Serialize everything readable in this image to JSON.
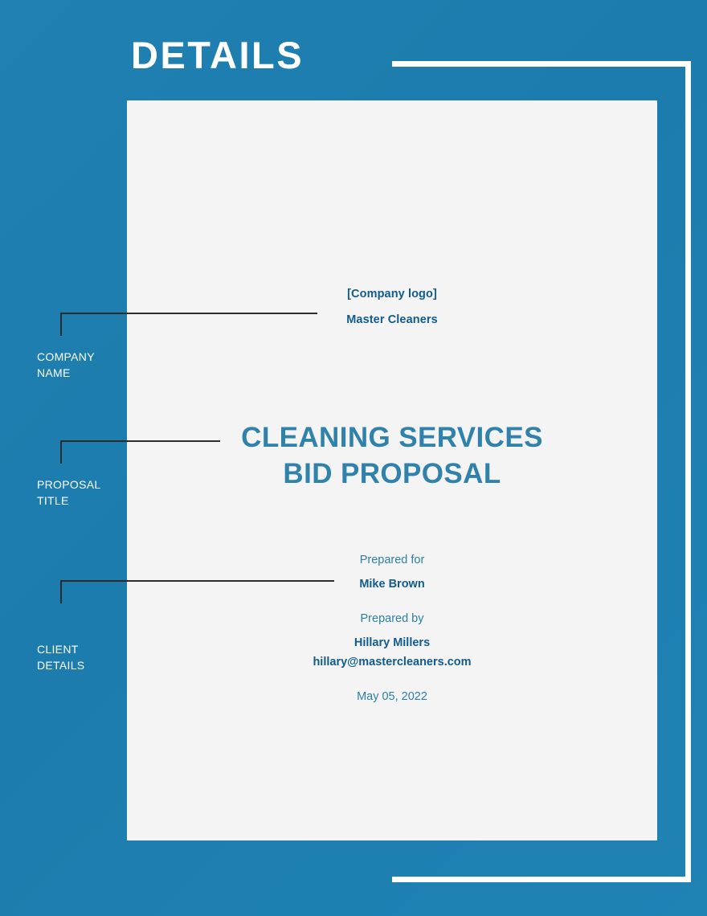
{
  "page": {
    "heading": "DETAILS",
    "background_color": "#1f80b1",
    "page_color": "#f4f4f4",
    "frame_color": "#ffffff",
    "accent_color": "#3182ab",
    "dark_text_color": "#115c8c",
    "connector_color": "#2b2b2b"
  },
  "callouts": [
    {
      "label": "COMPANY\nNAME"
    },
    {
      "label": "PROPOSAL\nTITLE"
    },
    {
      "label": "CLIENT\nDETAILS"
    }
  ],
  "document": {
    "company_block": {
      "logo_placeholder": "[Company logo]",
      "company_name": "Master Cleaners"
    },
    "title_block": {
      "title_line_1": "CLEANING SERVICES",
      "title_line_2": "BID PROPOSAL"
    },
    "client_block": {
      "prepared_for_label": "Prepared for",
      "prepared_for_name": "Mike Brown",
      "prepared_by_label": "Prepared by",
      "prepared_by_name": "Hillary Millers",
      "prepared_by_email": "hillary@mastercleaners.com",
      "date": "May 05, 2022"
    }
  }
}
